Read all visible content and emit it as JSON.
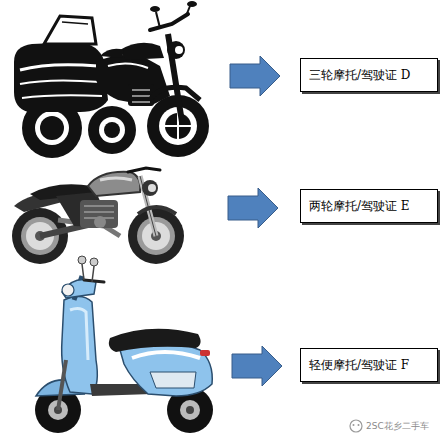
{
  "diagram": {
    "nodes": [
      {
        "text": [
          "三轮摩托/驾驶证 D"
        ]
      },
      {
        "text": [
          "两轮摩托/驾驶证 E"
        ]
      },
      {
        "text": [
          "轻便摩托/驾驶证 F"
        ]
      }
    ],
    "labels": [
      "2SC花乡二手车"
    ]
  }
}
